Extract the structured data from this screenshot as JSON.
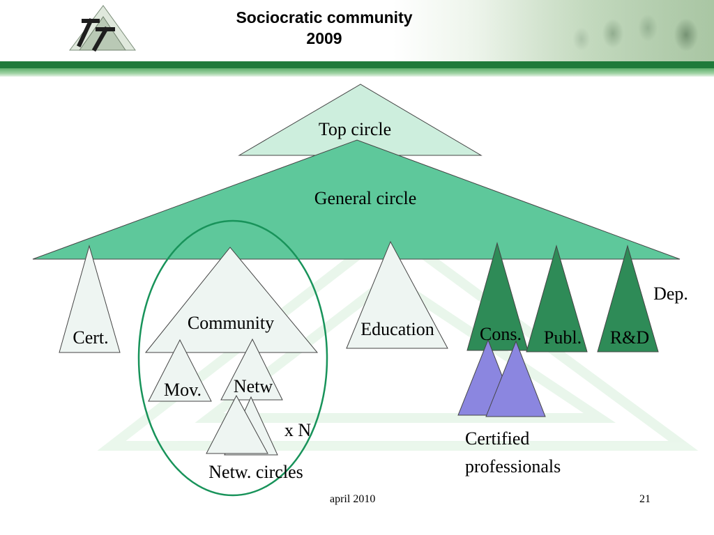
{
  "header": {
    "title_line1": "Sociocratic community",
    "title_line2": "2009"
  },
  "diagram": {
    "top_circle": "Top circle",
    "general_circle": "General circle",
    "cert": "Cert.",
    "community": "Community",
    "education": "Education",
    "cons": "Cons.",
    "publ": "Publ.",
    "rd": "R&D",
    "dep": "Dep.",
    "mov": "Mov.",
    "netw": "Netw",
    "x_n": "x N",
    "netw_circles": "Netw. circles",
    "certified_line1": "Certified",
    "certified_line2": "professionals"
  },
  "footer": {
    "date": "april 2010",
    "page_number": "21"
  },
  "colors": {
    "header_bar": "#1f7a3a",
    "top_circle": "#cdeedd",
    "general_circle": "#5ec89b",
    "pale_triangle": "#eef5f2",
    "dark_green": "#2e8b57",
    "lavender": "#8b86e0",
    "ellipse": "#18935a"
  }
}
